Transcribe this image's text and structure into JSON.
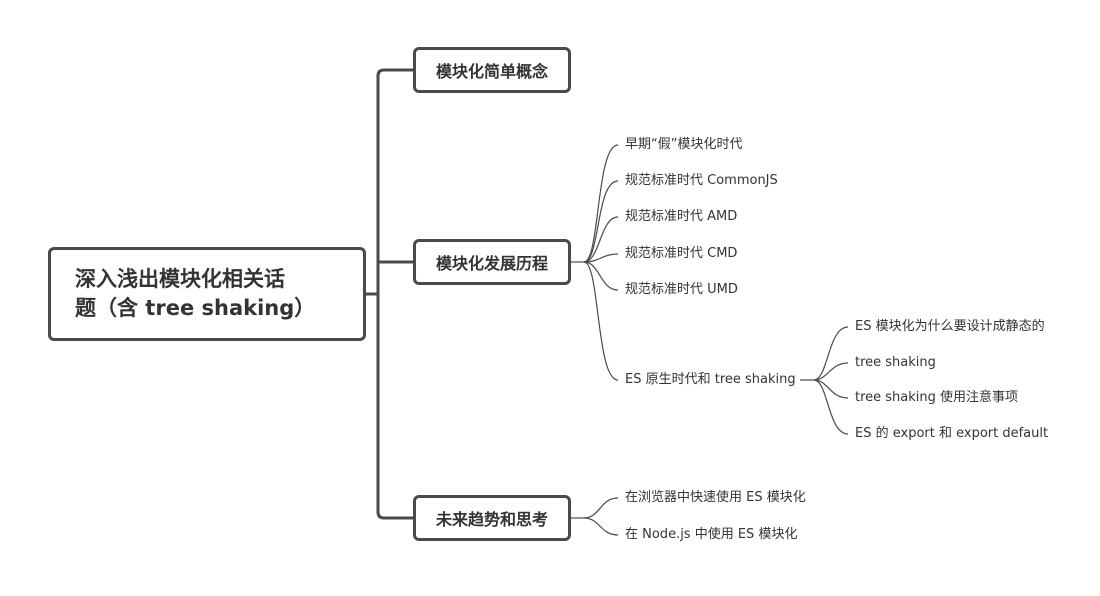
{
  "root": {
    "line1": "深入浅出模块化相关话",
    "line2": "题（含 tree shaking）"
  },
  "branches": [
    {
      "label": "模块化简单概念",
      "children": []
    },
    {
      "label": "模块化发展历程",
      "children": [
        {
          "label": "早期“假”模块化时代"
        },
        {
          "label": "规范标准时代 CommonJS"
        },
        {
          "label": "规范标准时代 AMD"
        },
        {
          "label": "规范标准时代 CMD"
        },
        {
          "label": "规范标准时代 UMD"
        },
        {
          "label": "ES 原生时代和 tree shaking",
          "children": [
            {
              "label": "ES 模块化为什么要设计成静态的"
            },
            {
              "label": "tree shaking"
            },
            {
              "label": "tree shaking 使用注意事项"
            },
            {
              "label": "ES 的 export 和 export default"
            }
          ]
        }
      ]
    },
    {
      "label": "未来趋势和思考",
      "children": [
        {
          "label": "在浏览器中快速使用 ES 模块化"
        },
        {
          "label": "在 Node.js 中使用 ES 模块化"
        }
      ]
    }
  ]
}
